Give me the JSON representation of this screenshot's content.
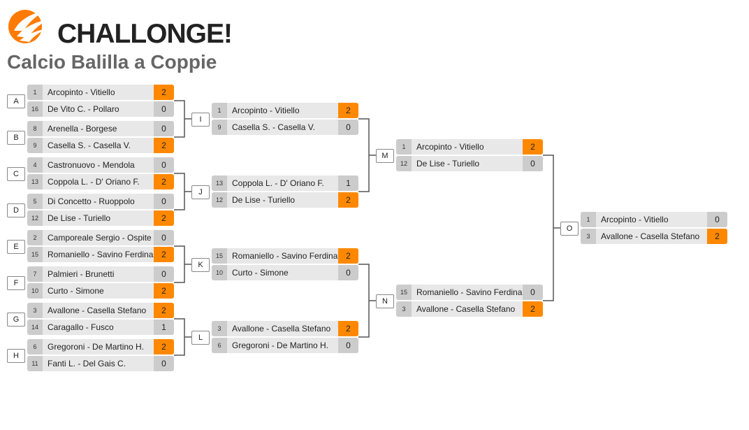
{
  "app": {
    "logo_text": "CHALLONGE!"
  },
  "tournament": {
    "title": "Calcio Balilla a Coppie"
  },
  "matches": [
    {
      "id": "A",
      "players": [
        {
          "seed": "1",
          "name": "Arcopinto - Vitiello",
          "score": "2",
          "win": true
        },
        {
          "seed": "16",
          "name": "De Vito C. - Pollaro",
          "score": "0",
          "win": false
        }
      ]
    },
    {
      "id": "B",
      "players": [
        {
          "seed": "8",
          "name": "Arenella - Borgese",
          "score": "0",
          "win": false
        },
        {
          "seed": "9",
          "name": "Casella S. - Casella V.",
          "score": "2",
          "win": true
        }
      ]
    },
    {
      "id": "C",
      "players": [
        {
          "seed": "4",
          "name": "Castronuovo - Mendola",
          "score": "0",
          "win": false
        },
        {
          "seed": "13",
          "name": "Coppola L. - D' Oriano F.",
          "score": "2",
          "win": true
        }
      ]
    },
    {
      "id": "D",
      "players": [
        {
          "seed": "5",
          "name": "Di Concetto - Ruoppolo",
          "score": "0",
          "win": false
        },
        {
          "seed": "12",
          "name": "De Lise - Turiello",
          "score": "2",
          "win": true
        }
      ]
    },
    {
      "id": "E",
      "players": [
        {
          "seed": "2",
          "name": "Camporeale Sergio - Ospite",
          "score": "0",
          "win": false
        },
        {
          "seed": "15",
          "name": "Romaniello - Savino Ferdinando",
          "score": "2",
          "win": true
        }
      ]
    },
    {
      "id": "F",
      "players": [
        {
          "seed": "7",
          "name": "Palmieri - Brunetti",
          "score": "0",
          "win": false
        },
        {
          "seed": "10",
          "name": "Curto - Simone",
          "score": "2",
          "win": true
        }
      ]
    },
    {
      "id": "G",
      "players": [
        {
          "seed": "3",
          "name": "Avallone - Casella Stefano",
          "score": "2",
          "win": true
        },
        {
          "seed": "14",
          "name": "Caragallo - Fusco",
          "score": "1",
          "win": false
        }
      ]
    },
    {
      "id": "H",
      "players": [
        {
          "seed": "6",
          "name": "Gregoroni - De Martino H.",
          "score": "2",
          "win": true
        },
        {
          "seed": "11",
          "name": "Fanti L. - Del Gais C.",
          "score": "0",
          "win": false
        }
      ]
    },
    {
      "id": "I",
      "players": [
        {
          "seed": "1",
          "name": "Arcopinto - Vitiello",
          "score": "2",
          "win": true
        },
        {
          "seed": "9",
          "name": "Casella S. - Casella V.",
          "score": "0",
          "win": false
        }
      ]
    },
    {
      "id": "J",
      "players": [
        {
          "seed": "13",
          "name": "Coppola L. - D' Oriano F.",
          "score": "1",
          "win": false
        },
        {
          "seed": "12",
          "name": "De Lise - Turiello",
          "score": "2",
          "win": true
        }
      ]
    },
    {
      "id": "K",
      "players": [
        {
          "seed": "15",
          "name": "Romaniello - Savino Ferdinando",
          "score": "2",
          "win": true
        },
        {
          "seed": "10",
          "name": "Curto - Simone",
          "score": "0",
          "win": false
        }
      ]
    },
    {
      "id": "L",
      "players": [
        {
          "seed": "3",
          "name": "Avallone - Casella Stefano",
          "score": "2",
          "win": true
        },
        {
          "seed": "6",
          "name": "Gregoroni - De Martino H.",
          "score": "0",
          "win": false
        }
      ]
    },
    {
      "id": "M",
      "players": [
        {
          "seed": "1",
          "name": "Arcopinto - Vitiello",
          "score": "2",
          "win": true
        },
        {
          "seed": "12",
          "name": "De Lise - Turiello",
          "score": "0",
          "win": false
        }
      ]
    },
    {
      "id": "N",
      "players": [
        {
          "seed": "15",
          "name": "Romaniello - Savino Ferdinando",
          "score": "0",
          "win": false
        },
        {
          "seed": "3",
          "name": "Avallone - Casella Stefano",
          "score": "2",
          "win": true
        }
      ]
    },
    {
      "id": "O",
      "players": [
        {
          "seed": "1",
          "name": "Arcopinto - Vitiello",
          "score": "0",
          "win": false
        },
        {
          "seed": "3",
          "name": "Avallone - Casella Stefano",
          "score": "2",
          "win": true
        }
      ]
    }
  ],
  "colors": {
    "win_score": "#ff8800",
    "row_bg": "#e8e8e8",
    "seed_bg": "#cccccc",
    "title": "#666666"
  }
}
